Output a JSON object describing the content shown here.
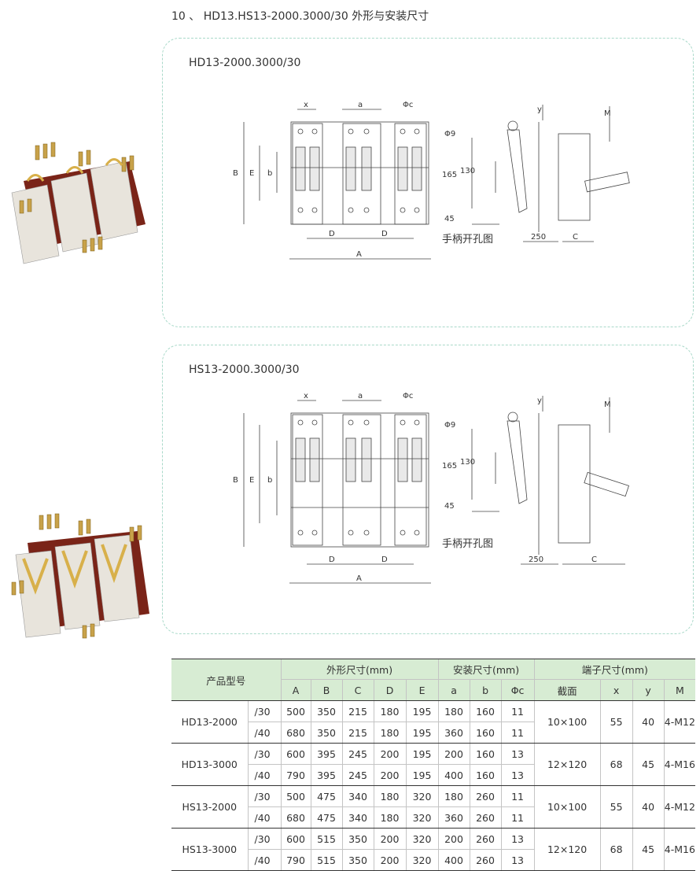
{
  "heading": "10 、  HD13.HS13-2000.3000/30 外形与安装尺寸",
  "drawing1": {
    "model_label": "HD13-2000.3000/30",
    "dims": {
      "x": "x",
      "a": "a",
      "phic": "Φc",
      "B": "B",
      "E": "E",
      "b": "b",
      "D1": "D",
      "D2": "D",
      "A": "A",
      "phi9": "Φ9",
      "d165": "165",
      "d130": "130",
      "d45": "45",
      "handle_hole": "手柄开孔图",
      "y": "y",
      "M": "M",
      "d250": "250",
      "C": "C"
    }
  },
  "drawing2": {
    "model_label": "HS13-2000.3000/30",
    "dims": {
      "x": "x",
      "a": "a",
      "phic": "Φc",
      "B": "B",
      "E": "E",
      "b": "b",
      "D1": "D",
      "D2": "D",
      "A": "A",
      "phi9": "Φ9",
      "d165": "165",
      "d130": "130",
      "d45": "45",
      "handle_hole": "手柄开孔图",
      "y": "y",
      "M": "M",
      "d250": "250",
      "C": "C"
    }
  },
  "table": {
    "header": {
      "product_model": "产品型号",
      "outline_dims": "外形尺寸(mm)",
      "install_dims": "安装尺寸(mm)",
      "terminal_dims": "端子尺寸(mm)",
      "cols": [
        "A",
        "B",
        "C",
        "D",
        "E",
        "a",
        "b",
        "Φc",
        "截面",
        "x",
        "y",
        "M"
      ]
    },
    "groups": [
      {
        "model": "HD13-2000",
        "terminal": {
          "section": "10×100",
          "x": "55",
          "y": "40",
          "M": "4-M12"
        },
        "rows": [
          {
            "variant": "/30",
            "values": [
              "500",
              "350",
              "215",
              "180",
              "195",
              "180",
              "160",
              "11"
            ]
          },
          {
            "variant": "/40",
            "values": [
              "680",
              "350",
              "215",
              "180",
              "195",
              "360",
              "160",
              "11"
            ]
          }
        ]
      },
      {
        "model": "HD13-3000",
        "terminal": {
          "section": "12×120",
          "x": "68",
          "y": "45",
          "M": "4-M16"
        },
        "rows": [
          {
            "variant": "/30",
            "values": [
              "600",
              "395",
              "245",
              "200",
              "195",
              "200",
              "160",
              "13"
            ]
          },
          {
            "variant": "/40",
            "values": [
              "790",
              "395",
              "245",
              "200",
              "195",
              "400",
              "160",
              "13"
            ]
          }
        ]
      },
      {
        "model": "HS13-2000",
        "terminal": {
          "section": "10×100",
          "x": "55",
          "y": "40",
          "M": "4-M12"
        },
        "rows": [
          {
            "variant": "/30",
            "values": [
              "500",
              "475",
              "340",
              "180",
              "320",
              "180",
              "260",
              "11"
            ]
          },
          {
            "variant": "/40",
            "values": [
              "680",
              "475",
              "340",
              "180",
              "320",
              "360",
              "260",
              "11"
            ]
          }
        ]
      },
      {
        "model": "HS13-3000",
        "terminal": {
          "section": "12×120",
          "x": "68",
          "y": "45",
          "M": "4-M16"
        },
        "rows": [
          {
            "variant": "/30",
            "values": [
              "600",
              "515",
              "350",
              "200",
              "320",
              "200",
              "260",
              "13"
            ]
          },
          {
            "variant": "/40",
            "values": [
              "790",
              "515",
              "350",
              "200",
              "320",
              "400",
              "260",
              "13"
            ]
          }
        ]
      }
    ]
  },
  "colors": {
    "panel_border": "#a9d9c9",
    "table_header": "#d7ecd3",
    "copper": "#c8a24a",
    "insulator": "#7a2418"
  }
}
